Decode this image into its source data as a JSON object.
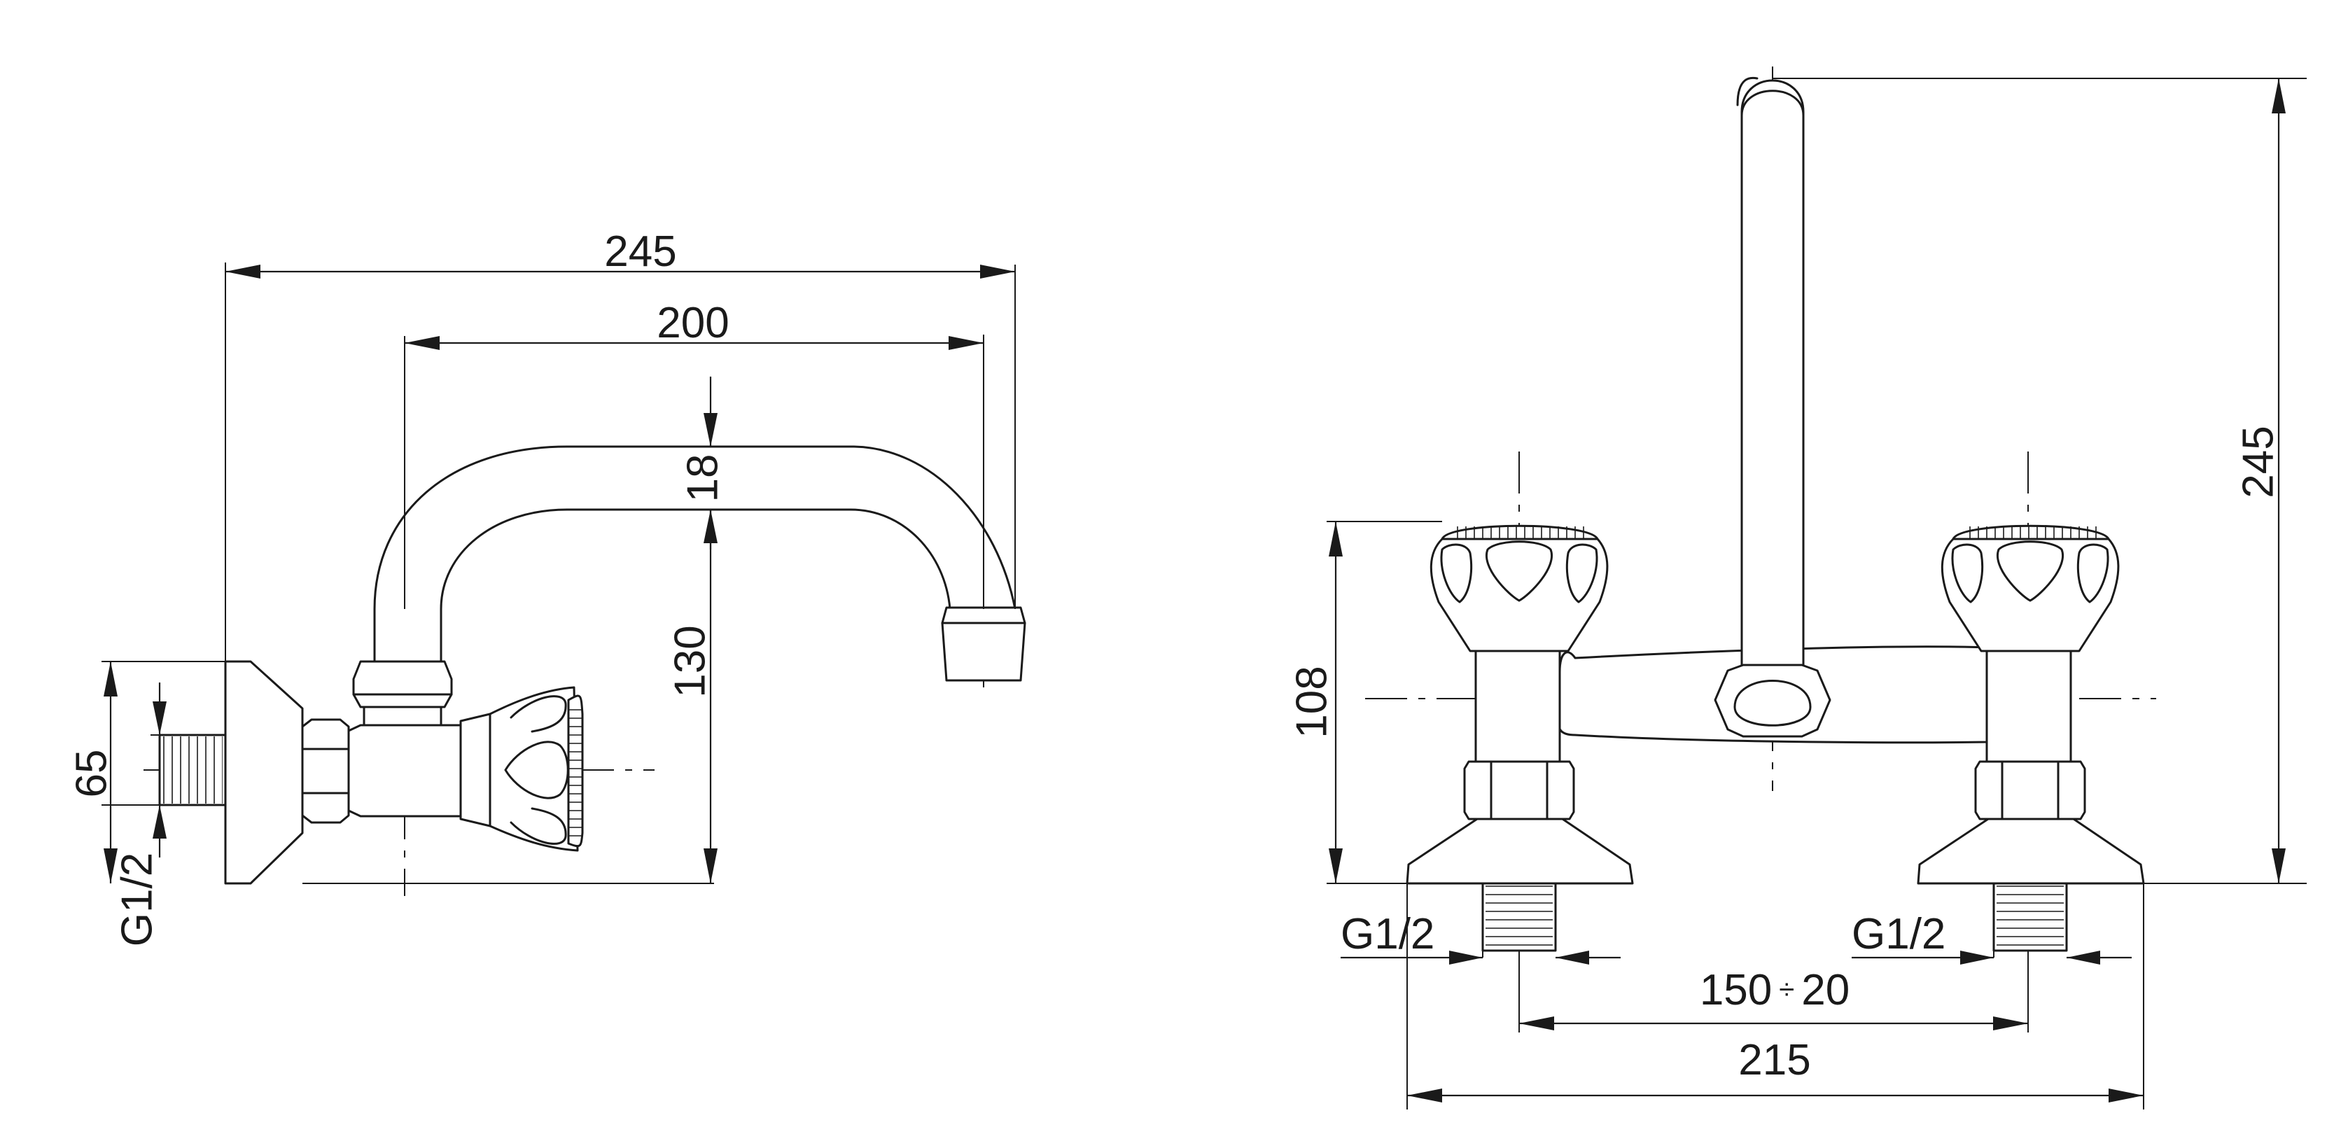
{
  "dimensions": {
    "wall_overall_length": "245",
    "wall_spout_reach": "200",
    "wall_spout_diameter": "18",
    "wall_spout_height": "130",
    "wall_outlet_height": "65",
    "wall_thread": "G1/2",
    "deck_height": "245",
    "deck_valve_height": "108",
    "deck_thread_left": "G1/2",
    "deck_thread_right": "G1/2",
    "deck_spacing": "150",
    "deck_spacing_sign": "÷",
    "deck_spacing_tol": "20",
    "deck_overall_width": "215"
  }
}
